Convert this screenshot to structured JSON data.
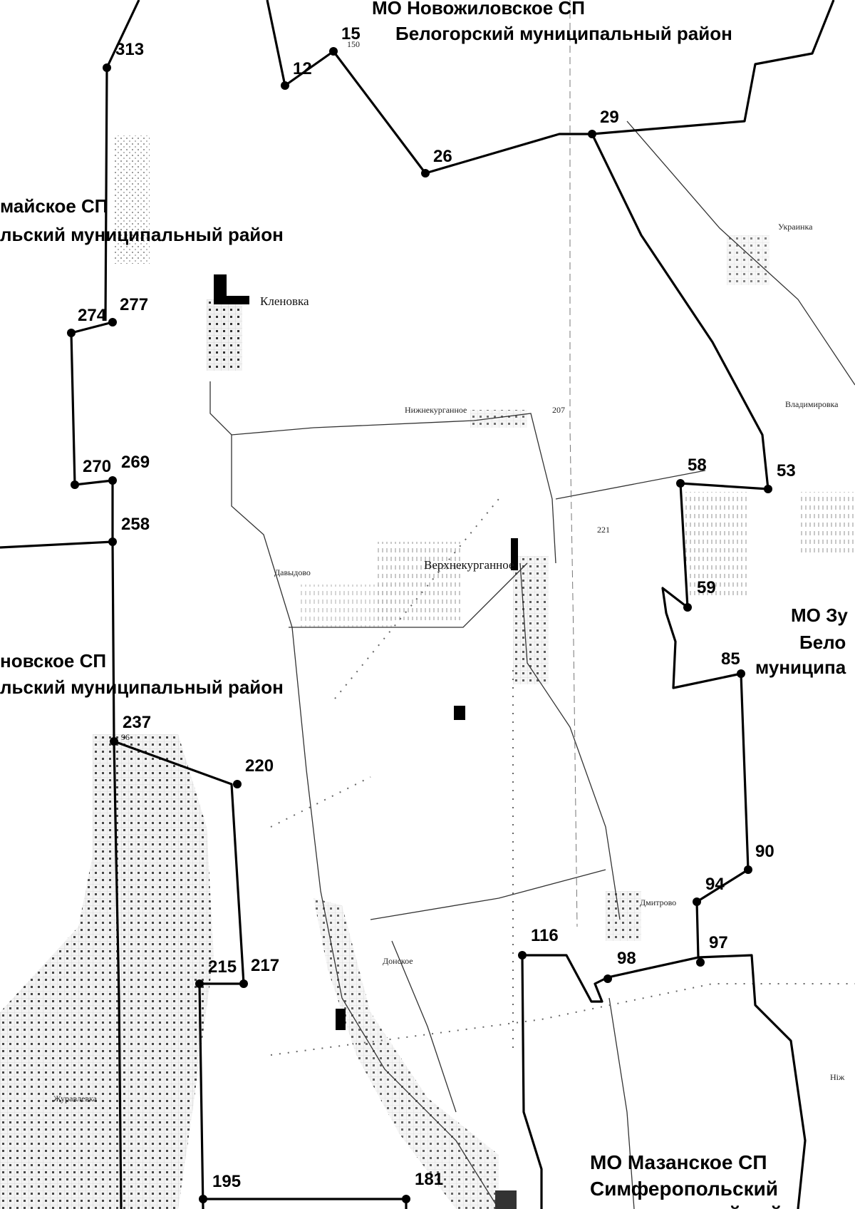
{
  "regions": {
    "novozhilovskoe": "МО Новожиловское СП",
    "belogorsky_top": "Белогорский муниципальный район",
    "left_upper_1": "майское СП",
    "left_upper_2": "льский муниципальный район",
    "left_middle_1": "новское СП",
    "left_middle_2": "льский муниципальный район",
    "right_1": "МО Зу",
    "right_2": "Бело",
    "right_3": "муниципа",
    "mazanskoe_1": "МО Мазанское СП",
    "mazanskoe_2": "Симферопольский",
    "mazanskoe_3": "муниципальный район"
  },
  "settlements": {
    "klenovka": "Кленовка",
    "verkhnekurgannoe": "Верхнекурганное",
    "nizhnekurgannoe": "Нижнекурганное",
    "ukrainka": "Украинка",
    "vladimirovka": "Владимировка",
    "davydovo": "Давыдово",
    "dmitrovo": "Дмитрово",
    "donskoe": "Донское",
    "zhuravlyovka": "Журавлевка",
    "nizh": "Нiж"
  },
  "small_marks": {
    "m150": "150",
    "m207": "207",
    "m221": "221",
    "m96": "96"
  },
  "points": {
    "p313": "313",
    "p12": "12",
    "p15": "15",
    "p26": "26",
    "p29": "29",
    "p277": "277",
    "p274": "274",
    "p270": "270",
    "p269": "269",
    "p258": "258",
    "p58": "58",
    "p53": "53",
    "p59": "59",
    "p85": "85",
    "p237": "237",
    "p220": "220",
    "p215": "215",
    "p217": "217",
    "p90": "90",
    "p94": "94",
    "p97": "97",
    "p116": "116",
    "p98": "98",
    "p195": "195",
    "p181": "181"
  }
}
